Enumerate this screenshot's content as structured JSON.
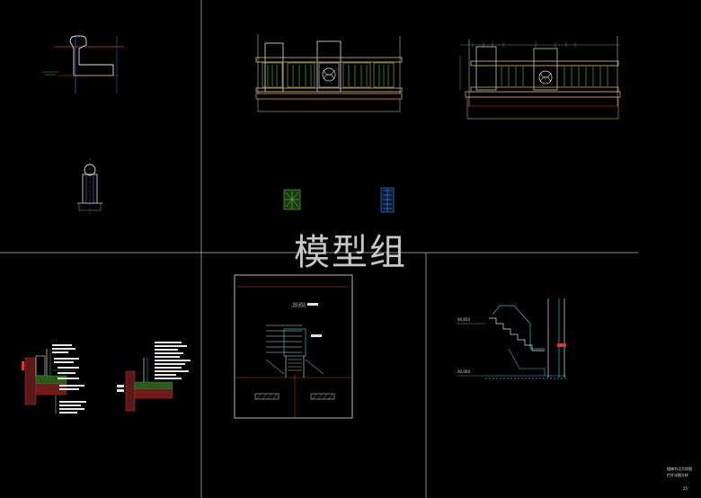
{
  "watermark": "模型组",
  "sheet_note_line1": "楼梯节点大样图",
  "sheet_note_line2": "栏杆详图大样",
  "sheet_number": "25",
  "level_upper": "00.850",
  "level_lower": "00.000",
  "stair_level": "00.850",
  "colors": {
    "background": "#000000",
    "frame": "#c8c8c8",
    "railing": "#c9a66b",
    "baluster": "#4caa3a",
    "cutline": "#d23b3b",
    "detail_blue": "#3f73d6",
    "hatch_red": "#b52a2a",
    "hatch_green": "#3d8a2f",
    "cyan": "#3fb8c9"
  }
}
